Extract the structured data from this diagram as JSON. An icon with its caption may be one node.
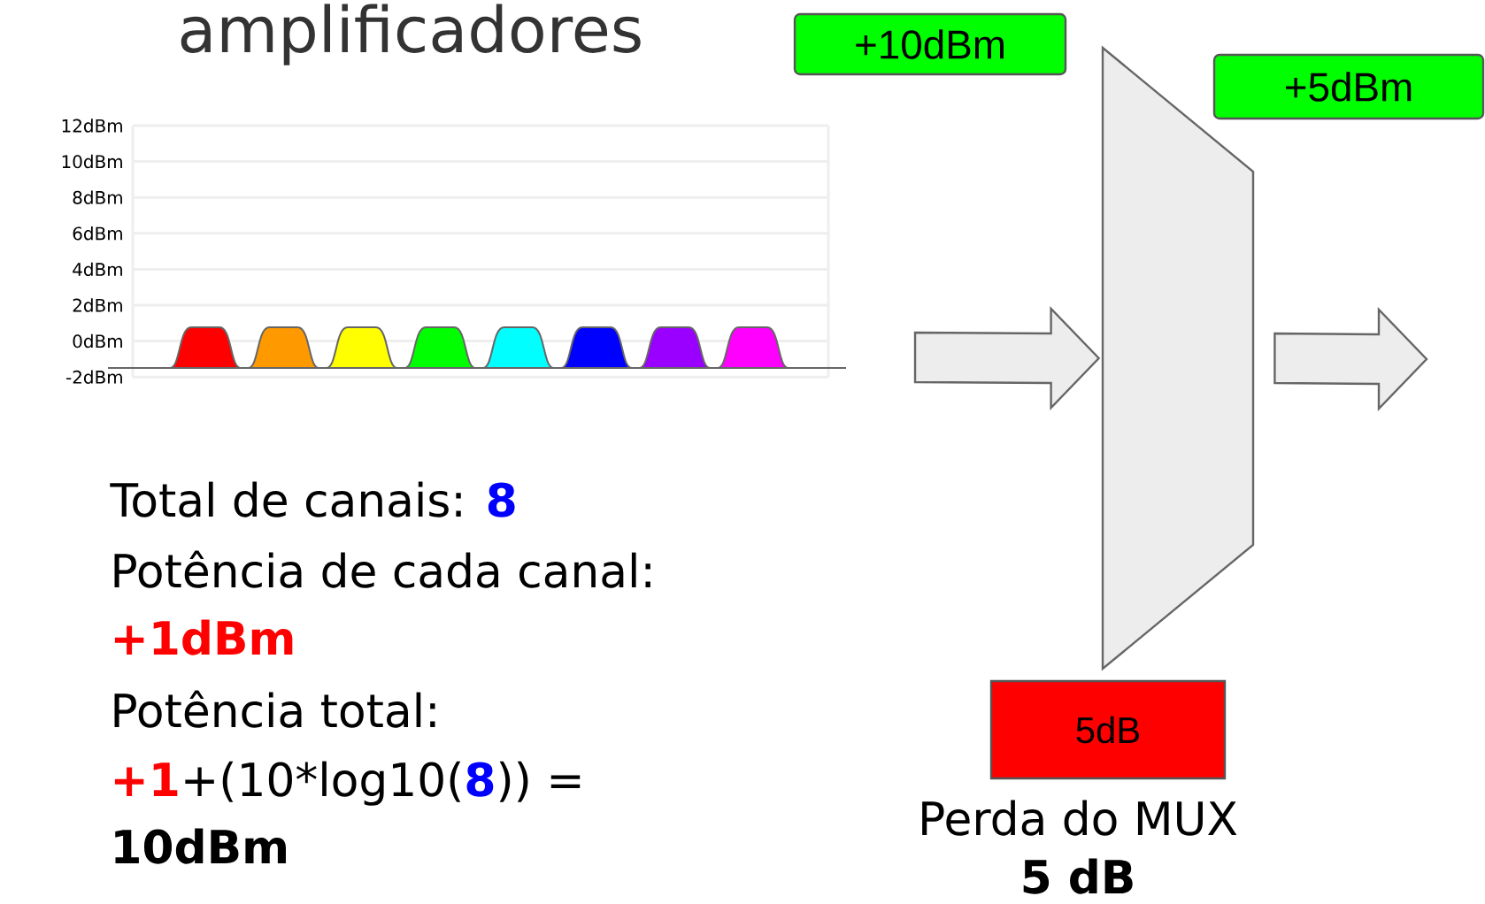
{
  "diagram": {
    "title": "amplificadores",
    "nodes": [
      {
        "text": [
          "+10dBm"
        ]
      },
      {
        "text": [
          "+5dBm"
        ]
      },
      {
        "text": [],
        "shape": "trapezoid"
      },
      {
        "text": [
          "5dB"
        ],
        "beside": [
          "Perda do MUX",
          "5 dB"
        ]
      }
    ],
    "edges": [
      {
        "from": null,
        "to": 2,
        "arrow": "to"
      },
      {
        "from": 2,
        "to": null,
        "arrow": "to"
      }
    ],
    "labels": [
      "12dBm",
      "10dBm",
      "8dBm",
      "6dBm",
      "4dBm",
      "2dBm",
      "0dBm",
      "-2dBm",
      "Total de canais:",
      "8",
      "Potência de cada canal:",
      "+1dBm",
      "Potência total:",
      "+1",
      "+(10*log10(",
      "8",
      ")) =",
      "10dBm"
    ]
  }
}
